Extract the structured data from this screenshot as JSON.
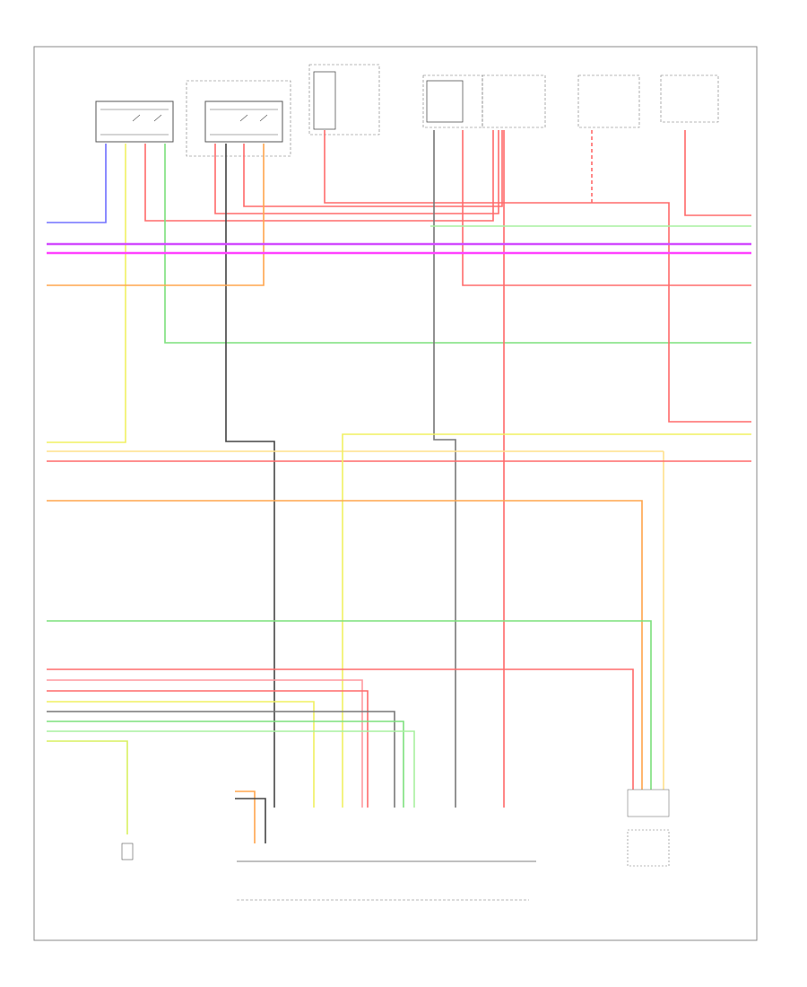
{
  "page_code": "",
  "components": [
    {
      "id": "comp-1-header",
      "text": ""
    },
    {
      "id": "comp-2-header",
      "text": ""
    },
    {
      "id": "comp-3-header",
      "text": ""
    },
    {
      "id": "comp-4-header",
      "text": ""
    },
    {
      "id": "comp-5-header",
      "text": ""
    },
    {
      "id": "comp-6-header",
      "text": ""
    },
    {
      "id": "comp-7-header",
      "text": ""
    }
  ],
  "ecm_label": "",
  "connector_label": "",
  "right_module_label": "",
  "colors": {
    "red": "#ff6b6b",
    "green": "#7de07d",
    "violet": "#d24dff",
    "magenta": "#ff44ff",
    "yellow": "#f0f060",
    "orange": "#ffa54d",
    "blue": "#7070ff",
    "gray": "#777777",
    "dark": "#444444",
    "pink": "#ff9aa0",
    "lightgreen": "#a8f0a0"
  }
}
